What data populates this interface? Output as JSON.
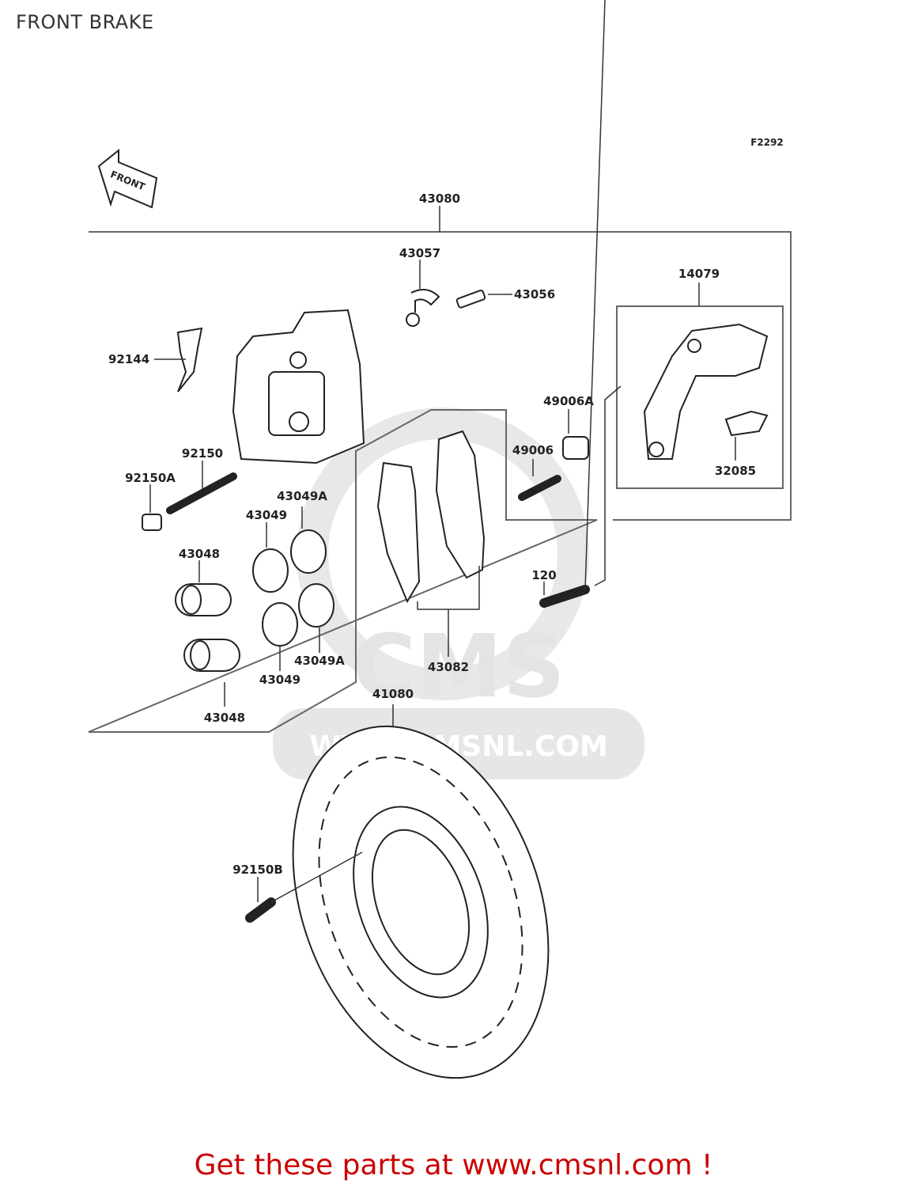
{
  "page": {
    "title": "FRONT BRAKE",
    "figure_code": "F2292",
    "front_arrow": "FRONT"
  },
  "watermark": {
    "brand": "CMS",
    "url": "WWW.CMSNL.COM"
  },
  "callouts": {
    "c43080": "43080",
    "c43057": "43057",
    "c43056": "43056",
    "c14079": "14079",
    "c92144": "92144",
    "c49006A": "49006A",
    "c49006": "49006",
    "c92150": "92150",
    "c92150A": "92150A",
    "c43049A_top": "43049A",
    "c43049_top": "43049",
    "c43048_top": "43048",
    "c32085": "32085",
    "c120": "120",
    "c43049A_bot": "43049A",
    "c43049_bot": "43049",
    "c43082": "43082",
    "c43048_bot": "43048",
    "c41080": "41080",
    "c92150B": "92150B"
  },
  "footer": {
    "text": "Get these parts at www.cmsnl.com !"
  }
}
